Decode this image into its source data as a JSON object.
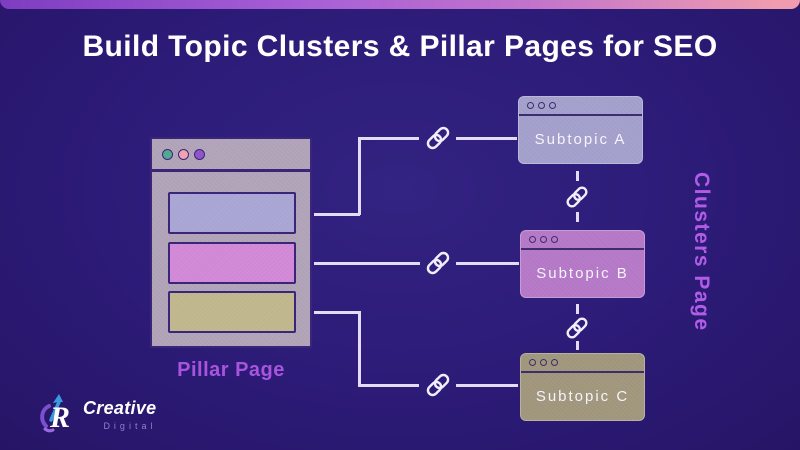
{
  "title": "Build Topic Clusters & Pillar Pages for SEO",
  "pillar": {
    "label": "Pillar Page",
    "window_dots": [
      "green",
      "pink",
      "purple"
    ],
    "sections": [
      "lavender",
      "orchid",
      "khaki"
    ]
  },
  "subtopics": [
    {
      "label": "Subtopic A"
    },
    {
      "label": "Subtopic B"
    },
    {
      "label": "Subtopic C"
    }
  ],
  "clusters_label": "Clusters Page",
  "logo": {
    "name": "Creative",
    "tagline": "Digital"
  },
  "icons": {
    "connector": "chain-link-icon"
  },
  "colors": {
    "background": "#2c1b77",
    "topbar_left": "#7e3cc0",
    "topbar_mid": "#a75fd6",
    "topbar_right": "#f09cae",
    "title_text": "#ffffff",
    "accent_purple": "#a855dd",
    "clusters_text": "#b15ce6",
    "window_bg": "#b3a6bb",
    "window_border": "#3a2579",
    "bar_lavender": "#a8a5d4",
    "bar_orchid": "#d088d6",
    "bar_khaki": "#c0b68d",
    "card_a": "#a5a2ce",
    "card_b": "#b77bc9",
    "card_c": "#a2997f",
    "card_border": "#3d2c6e",
    "line": "#e3dcf4",
    "dot_green": "#55a890",
    "dot_pink": "#f0a2b0",
    "dot_purple": "#9055c8",
    "logo_tagline": "#8d80d0"
  }
}
